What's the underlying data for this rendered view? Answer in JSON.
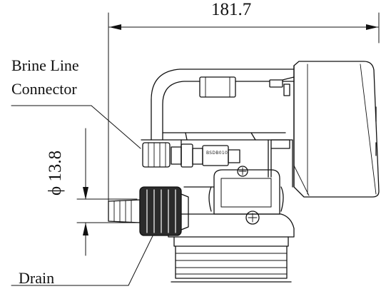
{
  "dimensions": {
    "overall_width": "181.7",
    "drain_diameter": "ϕ 13.8"
  },
  "callouts": {
    "brine_line_line1": "Brine Line",
    "brine_line_line2": "Connector",
    "drain": "Drain"
  },
  "part_marking": "BSDB010"
}
